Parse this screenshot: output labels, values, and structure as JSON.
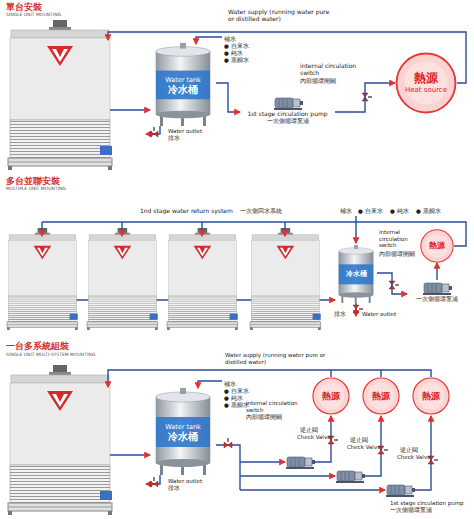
{
  "diagram": {
    "nodes": [
      {
        "text": [
          "Water tank",
          "冷水桶"
        ]
      },
      {
        "text": [
          "熱源",
          "Heat source"
        ]
      },
      {
        "text": [
          "1st stage circulation pump",
          "一次側循環泵浦"
        ]
      },
      {
        "text": [
          "冷水桶"
        ]
      },
      {
        "text": [
          "熱源"
        ]
      },
      {
        "text": [
          "一次側循環泵浦"
        ]
      },
      {
        "text": [
          "Water tank",
          "冷水桶"
        ]
      },
      {
        "text": [
          "熱源"
        ]
      },
      {
        "text": [
          "熱源"
        ]
      },
      {
        "text": [
          "熱源"
        ]
      }
    ],
    "edges": [
      {
        "from": 0,
        "to": 2,
        "arrow": "to"
      },
      {
        "from": 2,
        "to": 1,
        "arrow": "to"
      },
      {
        "from": 3,
        "to": 5,
        "arrow": "to"
      },
      {
        "from": 5,
        "to": 4,
        "arrow": "to"
      }
    ],
    "labels": [
      "單台安裝",
      "SINGLE UNIT MOUNTING",
      "Water supply (running water pure or distilled water)",
      "補水",
      "● 自來水",
      "● 純水",
      "● 蒸餾水",
      "internal circulation switch",
      "內部循環開關",
      "Water outlet",
      "排水",
      "多台並聯安裝",
      "MULTIPLE UNIT MOUNTING",
      "1nd stage water return system",
      "一次側回水系統",
      "補水",
      "● 自來水",
      "● 純水",
      "● 蒸餾水",
      "internal circulation switch",
      "內部循環開關",
      "排水",
      "Water outlet",
      "一台多系統組裝",
      "SINGLE UNIT MULTI-SYSTEM MOUNTING",
      "Water supply (running water pure or distilled water)",
      "補水",
      "● 自來水",
      "● 純水",
      "● 蒸餾水",
      "internal circulation switch",
      "內部循環開關",
      "逆止閥",
      "Check Valve",
      "逆止閥",
      "Check Valve",
      "逆止閥",
      "Check Valve",
      "1st stage circulation pump",
      "一次側循環泵浦",
      "Water outlet",
      "排水"
    ]
  }
}
